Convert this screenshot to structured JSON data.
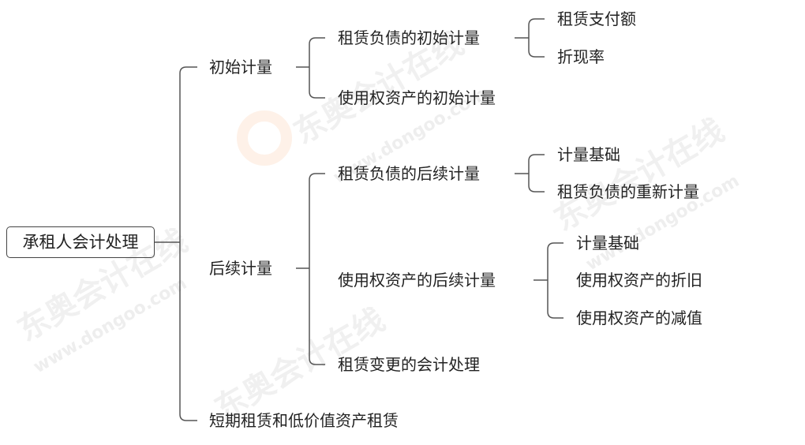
{
  "watermark": {
    "brand": "东奥会计在线",
    "url": "www.dongoo.com"
  },
  "root": "承租人会计处理",
  "level1": {
    "initial": "初始计量",
    "subsequent": "后续计量",
    "short_term": "短期租赁和低价值资产租赁"
  },
  "initial": {
    "lease_liability": "租赁负债的初始计量",
    "rou_asset": "使用权资产的初始计量",
    "lease_liability_children": [
      "租赁支付额",
      "折现率"
    ]
  },
  "subsequent": {
    "lease_liability": "租赁负债的后续计量",
    "rou_asset": "使用权资产的后续计量",
    "modification": "租赁变更的会计处理",
    "lease_liability_children": [
      "计量基础",
      "租赁负债的重新计量"
    ],
    "rou_asset_children": [
      "计量基础",
      "使用权资产的折旧",
      "使用权资产的减值"
    ]
  }
}
